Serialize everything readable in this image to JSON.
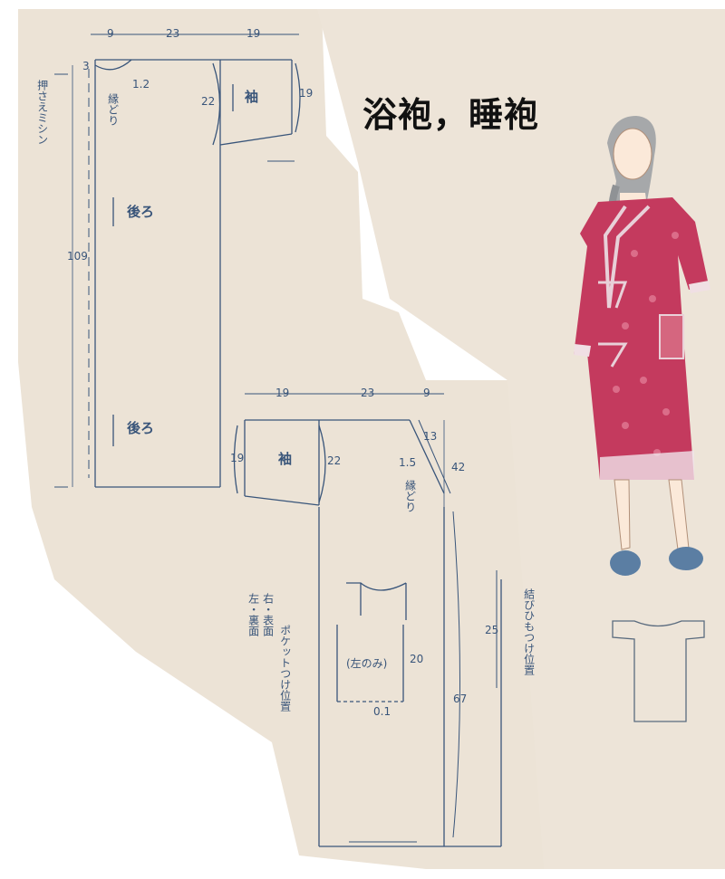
{
  "title": "浴袍，睡袍",
  "back_piece": {
    "dims_top": [
      "9",
      "23",
      "19"
    ],
    "label_3": "3",
    "label_1_2": "1.2",
    "binding": "縁どり",
    "sleeve": "袖",
    "sleeve_left": "22",
    "sleeve_right": "19",
    "back_1": "後ろ",
    "back_2": "後ろ",
    "length": "109",
    "press_stitch": "押さえミシン"
  },
  "front_piece": {
    "dims_top": [
      "19",
      "23",
      "9"
    ],
    "sleeve": "袖",
    "sleeve_left": "19",
    "sleeve_right": "22",
    "v13": "13",
    "v1_5": "1.5",
    "v42": "42",
    "binding": "縁どり",
    "pocket_note": "(左のみ)",
    "pocket_h": "20",
    "pocket_b": "0.1",
    "v25": "25",
    "v67": "67",
    "tie_pos": "結びひもつけ位置",
    "pocket_pos": "ポケットつけ位置",
    "right_face": "右・表面",
    "left_back": "左・裏面"
  },
  "colors": {
    "ink": "#39557a",
    "paper": "#ece3d6",
    "robe": "#c43a5e"
  }
}
